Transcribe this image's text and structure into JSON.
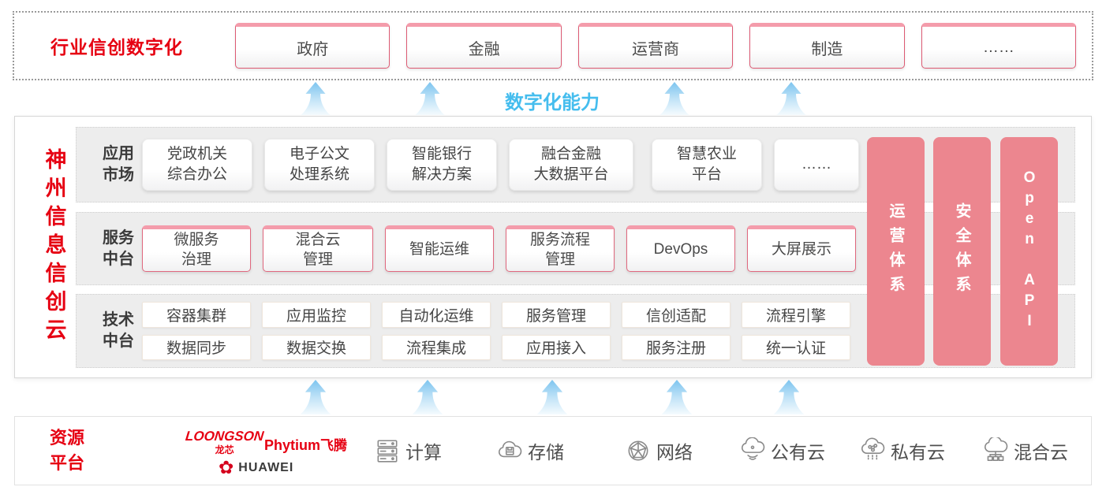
{
  "colors": {
    "brand_red": "#e60012",
    "pillar_pink": "#ec868f",
    "box_border_pink": "#dd5a73",
    "box_top_strip": "#f49cab",
    "capability_blue": "#45bdee",
    "row_background": "#ededed",
    "text_dark": "#454545"
  },
  "industry": {
    "label": "行业信创数字化",
    "items": [
      "政府",
      "金融",
      "运营商",
      "制造",
      "……"
    ]
  },
  "capability": {
    "label": "数字化能力"
  },
  "platform": {
    "title": "神州信息信创云",
    "app_row": {
      "label": "应用\n市场",
      "items": [
        "党政机关\n综合办公",
        "电子公文\n处理系统",
        "智能银行\n解决方案",
        "融合金融\n大数据平台",
        "智慧农业\n平台",
        "……"
      ]
    },
    "service_row": {
      "label": "服务\n中台",
      "items": [
        "微服务\n治理",
        "混合云\n管理",
        "智能运维",
        "服务流程\n管理",
        "DevOps",
        "大屏展示"
      ]
    },
    "tech_row": {
      "label": "技术\n中台",
      "items_top": [
        "容器集群",
        "应用监控",
        "自动化运维",
        "服务管理",
        "信创适配",
        "流程引擎"
      ],
      "items_bottom": [
        "数据同步",
        "数据交换",
        "流程集成",
        "应用接入",
        "服务注册",
        "统一认证"
      ]
    },
    "pillars": [
      "运营体系",
      "安全体系",
      "Open API"
    ]
  },
  "resources": {
    "label": "资源\n平台",
    "logos": {
      "loongson": "LOONGSON",
      "loongson_cn": "龙芯",
      "phytium": "Phytium",
      "phytium_cn": "飞腾",
      "huawei": "HUAWEI"
    },
    "items": [
      {
        "icon": "compute-icon",
        "label": "计算"
      },
      {
        "icon": "storage-icon",
        "label": "存储"
      },
      {
        "icon": "network-icon",
        "label": "网络"
      },
      {
        "icon": "public-cloud-icon",
        "label": "公有云"
      },
      {
        "icon": "private-cloud-icon",
        "label": "私有云"
      },
      {
        "icon": "hybrid-cloud-icon",
        "label": "混合云"
      }
    ]
  }
}
